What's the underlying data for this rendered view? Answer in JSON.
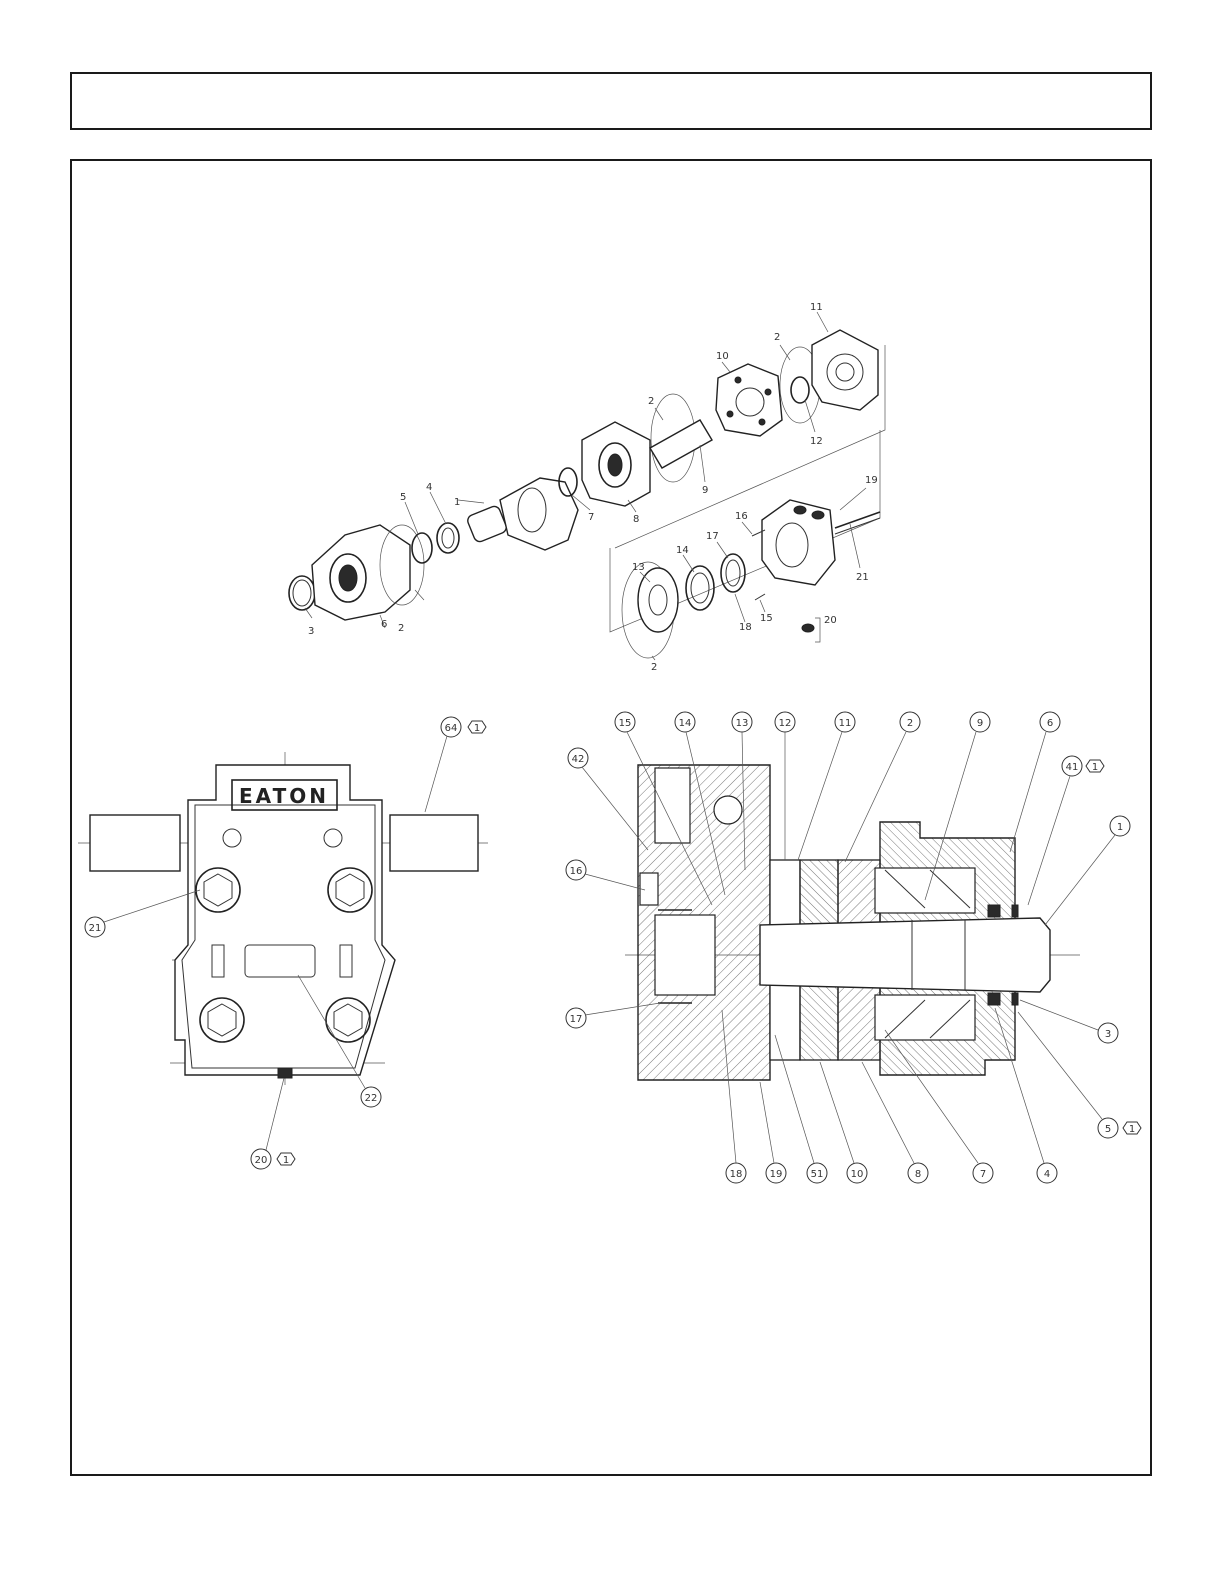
{
  "header": {
    "title": ""
  },
  "brand": {
    "logo_text": "EATON"
  },
  "exploded_view": {
    "labels": [
      "1",
      "2",
      "2",
      "2",
      "2",
      "3",
      "4",
      "5",
      "6",
      "7",
      "8",
      "9",
      "10",
      "11",
      "12",
      "13",
      "14",
      "15",
      "16",
      "17",
      "18",
      "19",
      "20",
      "21"
    ]
  },
  "end_view": {
    "callouts": [
      "64",
      "1",
      "21",
      "22",
      "20",
      "1"
    ]
  },
  "section_view": {
    "top_callouts": [
      "15",
      "14",
      "13",
      "12",
      "11",
      "2",
      "9",
      "6",
      "42",
      "41",
      "1",
      "1"
    ],
    "side_callouts": [
      "16",
      "17",
      "1",
      "3",
      "5",
      "1"
    ],
    "bottom_callouts": [
      "18",
      "19",
      "51",
      "10",
      "8",
      "7",
      "4"
    ]
  },
  "colors": {
    "ink": "#1a1a1a",
    "paper": "#ffffff"
  }
}
